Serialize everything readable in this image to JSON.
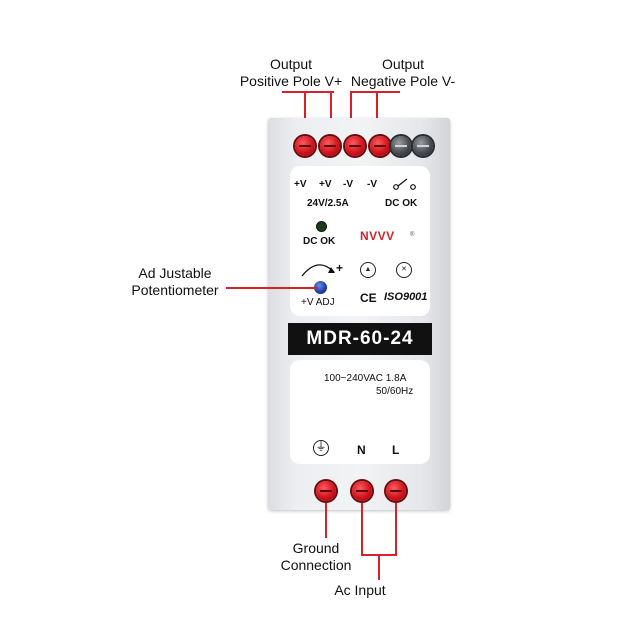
{
  "callouts": {
    "output_positive": {
      "line1": "Output",
      "line2": "Positive Pole V+"
    },
    "output_negative": {
      "line1": "Output",
      "line2": "Negative Pole V-"
    },
    "potentiometer": {
      "line1": "Ad Justable",
      "line2": "Potentiometer"
    },
    "ground": {
      "line1": "Ground",
      "line2": "Connection"
    },
    "ac_input": {
      "line1": "Ac Input"
    }
  },
  "device": {
    "terminal_labels": [
      "+V",
      "+V",
      "-V",
      "-V"
    ],
    "rating": "24V/2.5A",
    "dc_ok_right": "DC OK",
    "led_label": "DC OK",
    "brand": "NVVV",
    "pot_label": "+V ADJ",
    "cert_ce": "CE",
    "cert_iso": "ISO9001",
    "model": "MDR-60-24",
    "input_rating": "100~240VAC 1.8A",
    "frequency": "50/60Hz",
    "input_labels": {
      "ground": "⏚",
      "n": "N",
      "l": "L"
    }
  },
  "colors": {
    "accent": "#d8202a",
    "model_bar": "#111111"
  }
}
